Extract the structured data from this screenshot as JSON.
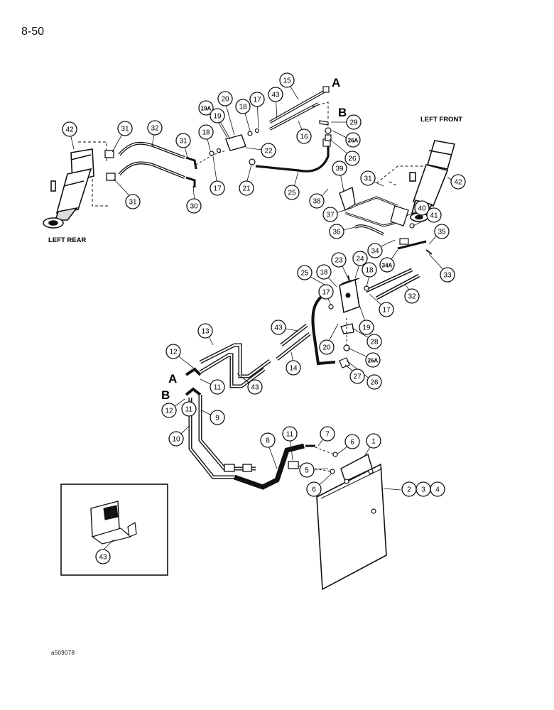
{
  "page_number": "8-50",
  "figure_code": "a509078",
  "location_labels": {
    "left_rear": "LEFT REAR",
    "left_front": "LEFT FRONT"
  },
  "connection_letters": {
    "a_top": "A",
    "b_top": "B",
    "a_bottom": "A",
    "b_bottom": "B"
  },
  "callouts": [
    "42",
    "31",
    "32",
    "31",
    "31",
    "18",
    "17",
    "30",
    "19A",
    "19",
    "20",
    "18",
    "17",
    "43",
    "15",
    "22",
    "21",
    "16",
    "25",
    "29",
    "26A",
    "26",
    "39",
    "31",
    "42",
    "38",
    "37",
    "40",
    "41",
    "36",
    "35",
    "34",
    "34A",
    "33",
    "23",
    "24",
    "25",
    "18",
    "18",
    "17",
    "17",
    "32",
    "19",
    "43",
    "28",
    "20",
    "26A",
    "14",
    "27",
    "26",
    "13",
    "12",
    "43",
    "11",
    "12",
    "11",
    "9",
    "10",
    "8",
    "11",
    "7",
    "6",
    "1",
    "5",
    "6",
    "2",
    "3",
    "4",
    "43"
  ]
}
